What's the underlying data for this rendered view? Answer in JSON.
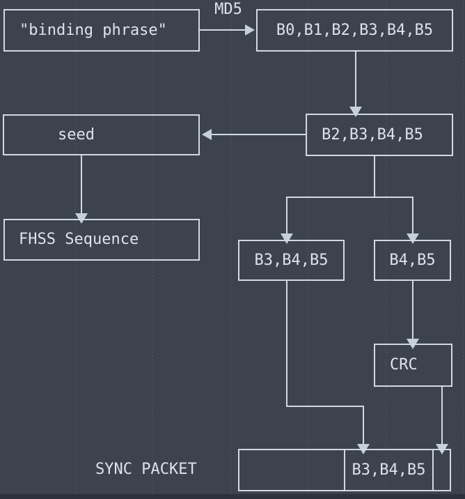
{
  "colors": {
    "background": "#3d434e",
    "line": "#d2d9e2",
    "text": "#dde3ec",
    "arrow": "#c6d0db",
    "bottom_strip": "#2c313b"
  },
  "nodes": {
    "binding_phrase": "\"binding phrase\"",
    "hash_bytes": "B0,B1,B2,B3,B4,B5",
    "seed_bytes": "B2,B3,B4,B5",
    "seed": "seed",
    "fhss_sequence": "FHSS Sequence",
    "uid_bytes": "B3,B4,B5",
    "crc_input_bytes": "B4,B5",
    "crc": "CRC",
    "sync_packet_bytes": "B3,B4,B5"
  },
  "labels": {
    "md5": "MD5",
    "sync_packet": "SYNC PACKET"
  }
}
